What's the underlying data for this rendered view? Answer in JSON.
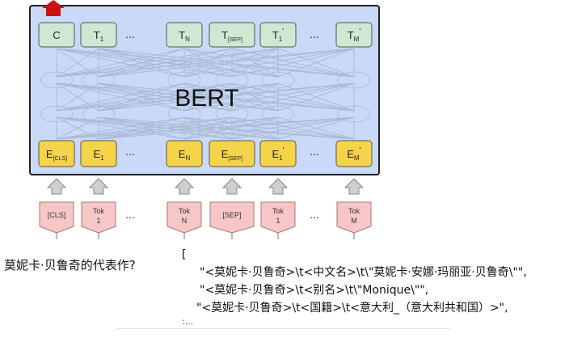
{
  "diagram": {
    "title": "BERT",
    "output_tokens": [
      {
        "main": "C",
        "sub": "",
        "sup": ""
      },
      {
        "main": "T",
        "sub": "1",
        "sup": ""
      },
      {
        "main": "T",
        "sub": "N",
        "sup": ""
      },
      {
        "main": "T",
        "sub": "[SEP]",
        "sup": ""
      },
      {
        "main": "T",
        "sub": "1",
        "sup": "'"
      },
      {
        "main": "T",
        "sub": "M",
        "sup": "'"
      }
    ],
    "embedding_tokens": [
      {
        "main": "E",
        "sub": "[CLS]",
        "sup": ""
      },
      {
        "main": "E",
        "sub": "1",
        "sup": ""
      },
      {
        "main": "E",
        "sub": "N",
        "sup": ""
      },
      {
        "main": "E",
        "sub": "[SEP]",
        "sup": ""
      },
      {
        "main": "E",
        "sub": "1",
        "sup": "'"
      },
      {
        "main": "E",
        "sub": "M",
        "sup": "'"
      }
    ],
    "input_tokens": [
      {
        "line1": "[CLS]",
        "line2": ""
      },
      {
        "line1": "Tok",
        "line2": "1"
      },
      {
        "line1": "Tok",
        "line2": "N"
      },
      {
        "line1": "[SEP]",
        "line2": ""
      },
      {
        "line1": "Tok",
        "line2": "1"
      },
      {
        "line1": "Tok",
        "line2": "M"
      }
    ],
    "ellipsis": "...",
    "colors": {
      "panel_fill": "#c9d9f7",
      "panel_border": "#222222",
      "output_fill": "#cfe8d3",
      "embed_fill": "#f5d44a",
      "input_fill": "#f7c6c6",
      "arrow_fill": "#cc1111",
      "up_arrow_fill": "#cfcfcf"
    }
  },
  "question": "莫妮卡·贝鲁奇的代表作?",
  "answer_lines": [
    "[",
    "\"<莫妮卡·贝鲁奇>\\t<中文名>\\t\\\"莫妮卡·安娜·玛丽亚·贝鲁奇\\\"\",",
    "\"<莫妮卡·贝鲁奇>\\t<别名>\\t\\\"Monique\\\"\",",
    "\"<莫妮卡·贝鲁奇>\\t<国籍>\\t<意大利_（意大利共和国）>\","
  ],
  "answer_tail": ":..."
}
